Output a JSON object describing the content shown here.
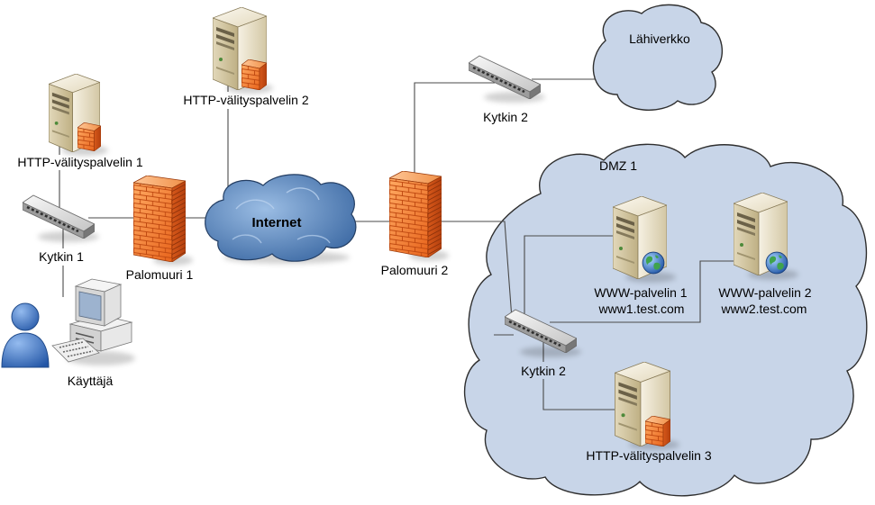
{
  "diagram": {
    "nodes": {
      "proxy1": {
        "label": "HTTP-välityspalvelin 1",
        "icon": "server-firewall-icon"
      },
      "proxy2": {
        "label": "HTTP-välityspalvelin 2",
        "icon": "server-firewall-icon"
      },
      "proxy3": {
        "label": "HTTP-välityspalvelin 3",
        "icon": "server-firewall-icon"
      },
      "switch1": {
        "label": "Kytkin 1",
        "icon": "switch-icon"
      },
      "switch2_lan": {
        "label": "Kytkin 2",
        "icon": "switch-icon"
      },
      "switch2_dmz": {
        "label": "Kytkin 2",
        "icon": "switch-icon"
      },
      "firewall1": {
        "label": "Palomuuri 1",
        "icon": "firewall-icon"
      },
      "firewall2": {
        "label": "Palomuuri 2",
        "icon": "firewall-icon"
      },
      "internet": {
        "label": "Internet",
        "icon": "cloud-icon"
      },
      "lan": {
        "label": "Lähiverkko",
        "icon": "cloud-icon"
      },
      "dmz": {
        "label": "DMZ 1",
        "icon": "cloud-icon"
      },
      "www1": {
        "label": "WWW-palvelin 1",
        "host": "www1.test.com",
        "icon": "web-server-icon"
      },
      "www2": {
        "label": "WWW-palvelin 2",
        "host": "www2.test.com",
        "icon": "web-server-icon"
      },
      "user": {
        "label": "Käyttäjä",
        "icon": "user-computer-icon"
      }
    },
    "colors": {
      "line": "#4a4a4a",
      "cloud_fill": "#c8d5e8",
      "cloud_outline": "#2f2f2f",
      "internet_fill": "#4f7fb5",
      "firewall": "#f07a28",
      "server": "#e4dabf"
    }
  }
}
